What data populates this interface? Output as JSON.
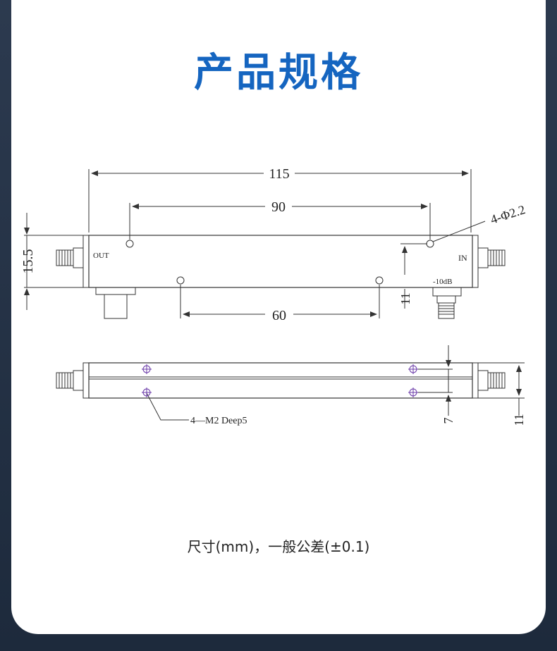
{
  "title": "产品规格",
  "caption": "尺寸(mm)，一般公差(±0.1)",
  "top_view": {
    "dim_length": "115",
    "dim_hole_pitch_top": "90",
    "dim_hole_pitch_bottom": "60",
    "dim_height": "15.5",
    "dim_hole_offset": "11",
    "hole_callout": "4-Φ2.2",
    "port_out": "OUT",
    "port_in": "IN",
    "port_coupled": "-10dB"
  },
  "side_view": {
    "thread_callout": "4—M2 Deep5",
    "dim_thread_spacing": "7",
    "dim_thickness": "11"
  },
  "colors": {
    "title": "#1565c0",
    "line": "#333333",
    "thread_mark": "#6a3aa8"
  }
}
